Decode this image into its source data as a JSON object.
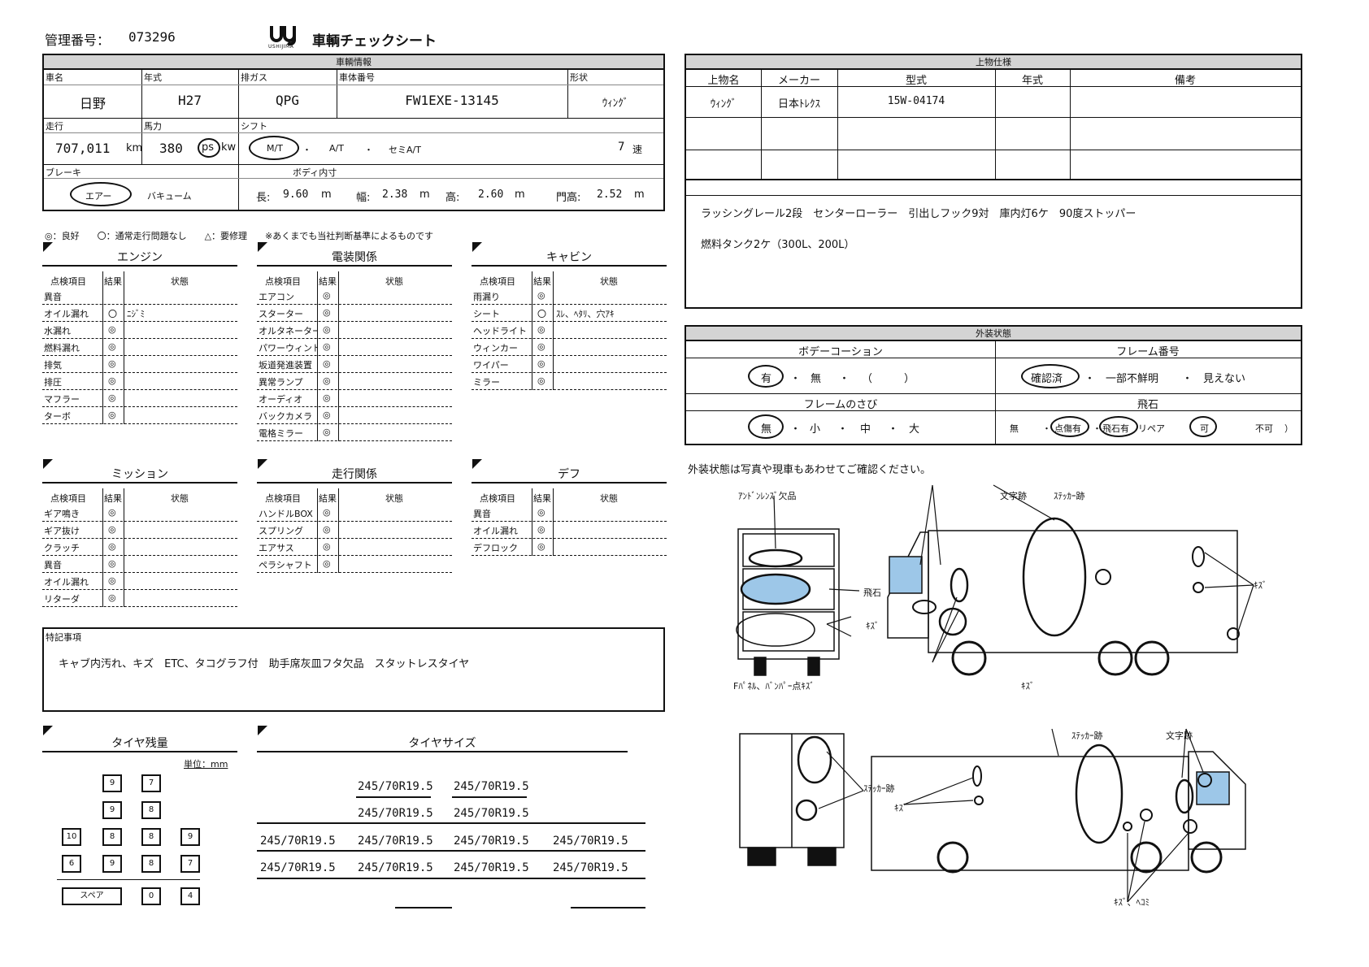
{
  "header": {
    "mgmt_label": "管理番号：",
    "mgmt_number": "073296",
    "logo_text": "USHIJIMA",
    "title": "車輌チェックシート"
  },
  "vehicle": {
    "section_title": "車輌情報",
    "labels": {
      "name": "車名",
      "year": "年式",
      "emission": "排ガス",
      "chassis": "車体番号",
      "shape": "形状",
      "mileage": "走行",
      "power": "馬力",
      "shift": "シフト",
      "brake": "ブレーキ",
      "body_inner": "ボディ内寸"
    },
    "name": "日野",
    "year": "H27",
    "emission": "QPG",
    "chassis": "FW1EXE-13145",
    "shape": "ｳｨﾝｸﾞ",
    "mileage": "707,011",
    "mileage_unit": "km",
    "power": "380",
    "power_ps": "ps",
    "power_kw": "kw",
    "shift_mt": "M/T",
    "shift_sep1": "・",
    "shift_at": "A/T",
    "shift_sep2": "・",
    "shift_semi": "セミA/T",
    "gears": "7",
    "gears_unit": "速",
    "brake_air": "エアー",
    "brake_vacuum": "バキューム",
    "dims": {
      "length_label": "長:",
      "length": "9.60",
      "width_label": "幅:",
      "width": "2.38",
      "height_label": "高:",
      "height": "2.60",
      "door_label": "門高:",
      "door": "2.52",
      "unit": "m"
    }
  },
  "upper": {
    "section_title": "上物仕様",
    "headers": [
      "上物名",
      "メーカー",
      "型式",
      "年式",
      "備考"
    ],
    "row": [
      "ｳｨﾝｸﾞ",
      "日本ﾄﾚｸｽ",
      "15W-04174",
      "",
      ""
    ],
    "notes_line1": "ラッシングレール2段　センターローラー　引出しフック9対　庫内灯6ケ　90度ストッパー",
    "notes_line2": "燃料タンク2ケ（300L、200L）"
  },
  "legend": "◎：良好　　〇：通常走行問題なし　　△：要修理　　※あくまでも当社判断基準によるものです",
  "col_headers": {
    "item": "点検項目",
    "result": "結果",
    "state": "状態"
  },
  "engine": {
    "title": "エンジン",
    "rows": [
      {
        "item": "異音",
        "result": "",
        "state": ""
      },
      {
        "item": "オイル漏れ",
        "result": "〇",
        "state": "ﾆｼﾞﾐ"
      },
      {
        "item": "水漏れ",
        "result": "◎",
        "state": ""
      },
      {
        "item": "燃料漏れ",
        "result": "◎",
        "state": ""
      },
      {
        "item": "排気",
        "result": "◎",
        "state": ""
      },
      {
        "item": "排圧",
        "result": "◎",
        "state": ""
      },
      {
        "item": "マフラー",
        "result": "◎",
        "state": ""
      },
      {
        "item": "ターボ",
        "result": "◎",
        "state": ""
      }
    ]
  },
  "electrical": {
    "title": "電装関係",
    "rows": [
      {
        "item": "エアコン",
        "result": "◎",
        "state": ""
      },
      {
        "item": "スターター",
        "result": "◎",
        "state": ""
      },
      {
        "item": "オルタネーター",
        "result": "◎",
        "state": ""
      },
      {
        "item": "パワーウィンド",
        "result": "◎",
        "state": ""
      },
      {
        "item": "坂道発進装置",
        "result": "◎",
        "state": ""
      },
      {
        "item": "異常ランプ",
        "result": "◎",
        "state": ""
      },
      {
        "item": "オーディオ",
        "result": "◎",
        "state": ""
      },
      {
        "item": "バックカメラ",
        "result": "◎",
        "state": ""
      },
      {
        "item": "電格ミラー",
        "result": "◎",
        "state": ""
      }
    ]
  },
  "cabin": {
    "title": "キャビン",
    "rows": [
      {
        "item": "雨漏り",
        "result": "◎",
        "state": ""
      },
      {
        "item": "シート",
        "result": "〇",
        "state": "ｽﾚ、ﾍﾀﾘ、穴ｱｷ"
      },
      {
        "item": "ヘッドライト",
        "result": "◎",
        "state": ""
      },
      {
        "item": "ウィンカー",
        "result": "◎",
        "state": ""
      },
      {
        "item": "ワイパー",
        "result": "◎",
        "state": ""
      },
      {
        "item": "ミラー",
        "result": "◎",
        "state": ""
      }
    ]
  },
  "mission": {
    "title": "ミッション",
    "rows": [
      {
        "item": "ギア鳴き",
        "result": "◎",
        "state": ""
      },
      {
        "item": "ギア抜け",
        "result": "◎",
        "state": ""
      },
      {
        "item": "クラッチ",
        "result": "◎",
        "state": ""
      },
      {
        "item": "異音",
        "result": "◎",
        "state": ""
      },
      {
        "item": "オイル漏れ",
        "result": "◎",
        "state": ""
      },
      {
        "item": "リターダ",
        "result": "◎",
        "state": ""
      }
    ]
  },
  "running": {
    "title": "走行関係",
    "rows": [
      {
        "item": "ハンドルBOX",
        "result": "◎",
        "state": ""
      },
      {
        "item": "スプリング",
        "result": "◎",
        "state": ""
      },
      {
        "item": "エアサス",
        "result": "◎",
        "state": ""
      },
      {
        "item": "ペラシャフト",
        "result": "◎",
        "state": ""
      }
    ]
  },
  "diff": {
    "title": "デフ",
    "rows": [
      {
        "item": "異音",
        "result": "◎",
        "state": ""
      },
      {
        "item": "オイル漏れ",
        "result": "◎",
        "state": ""
      },
      {
        "item": "デフロック",
        "result": "◎",
        "state": ""
      }
    ]
  },
  "special": {
    "label": "特記事項",
    "text": "キャブ内汚れ、キズ　ETC、タコグラフ付　助手席灰皿フタ欠品　スタットレスタイヤ"
  },
  "exterior": {
    "section_title": "外装状態",
    "coating_label": "ボデーコーション",
    "coating_yes": "有",
    "coating_dot1": "・",
    "coating_no": "無",
    "coating_dot2": "・",
    "coating_paren": "（　　　）",
    "frame_no_label": "フレーム番号",
    "frame_confirmed": "確認済",
    "frame_dot1": "・",
    "frame_partial": "一部不鮮明",
    "frame_dot2": "・",
    "frame_invisible": "見えない",
    "rust_label": "フレームのさび",
    "rust_none": "無",
    "rust_d1": "・",
    "rust_small": "小",
    "rust_d2": "・",
    "rust_mid": "中",
    "rust_d3": "・",
    "rust_large": "大",
    "chip_label": "飛石",
    "chip_none": "無",
    "chip_d1": "・",
    "chip_spot": "点傷有",
    "chip_d2": "・",
    "chip_stone": "飛石有",
    "chip_repair": "リペア",
    "chip_ok": "可",
    "chip_ng": "不可",
    "chip_paren": "）"
  },
  "exterior_note": "外装状態は写真や現車もあわせてご確認ください。",
  "diagram": {
    "antenna": "ｱﾝﾄﾞﾝﾚﾝｽﾞ欠品",
    "moji1": "文字跡",
    "sticker1": "ｽﾃｯｶｰ跡",
    "hiseki": "飛石",
    "kizu_l": "ｷｽﾞ",
    "kizu_r": "ｷｽﾞ",
    "kizu_b": "ｷｽﾞ",
    "fpanel": "Fﾊﾟﾈﾙ、ﾊﾞﾝﾊﾟｰ点ｷｽﾞ",
    "sticker2": "ｽﾃｯｶｰ跡",
    "moji2": "文字跡",
    "sticker3": "ｽﾃｯｶｰ跡",
    "kizu_rear": "ｷｽﾞ",
    "kizu_hekomi": "ｷｽﾞ、ﾍｺﾐ"
  },
  "tire_remain": {
    "title": "タイヤ残量",
    "unit": "単位：mm",
    "front": [
      "9",
      "7"
    ],
    "row2": [
      "9",
      "8"
    ],
    "row3": [
      "10",
      "8",
      "8",
      "9"
    ],
    "row4": [
      "6",
      "9",
      "8",
      "7"
    ],
    "spare_label": "スペア",
    "spare": [
      "0",
      "4"
    ]
  },
  "tire_size": {
    "title": "タイヤサイズ",
    "r1": [
      "245/70R19.5",
      "245/70R19.5"
    ],
    "r2": [
      "245/70R19.5",
      "245/70R19.5"
    ],
    "r3": [
      "245/70R19.5",
      "245/70R19.5",
      "245/70R19.5",
      "245/70R19.5"
    ],
    "r4": [
      "245/70R19.5",
      "245/70R19.5",
      "245/70R19.5",
      "245/70R19.5"
    ]
  }
}
